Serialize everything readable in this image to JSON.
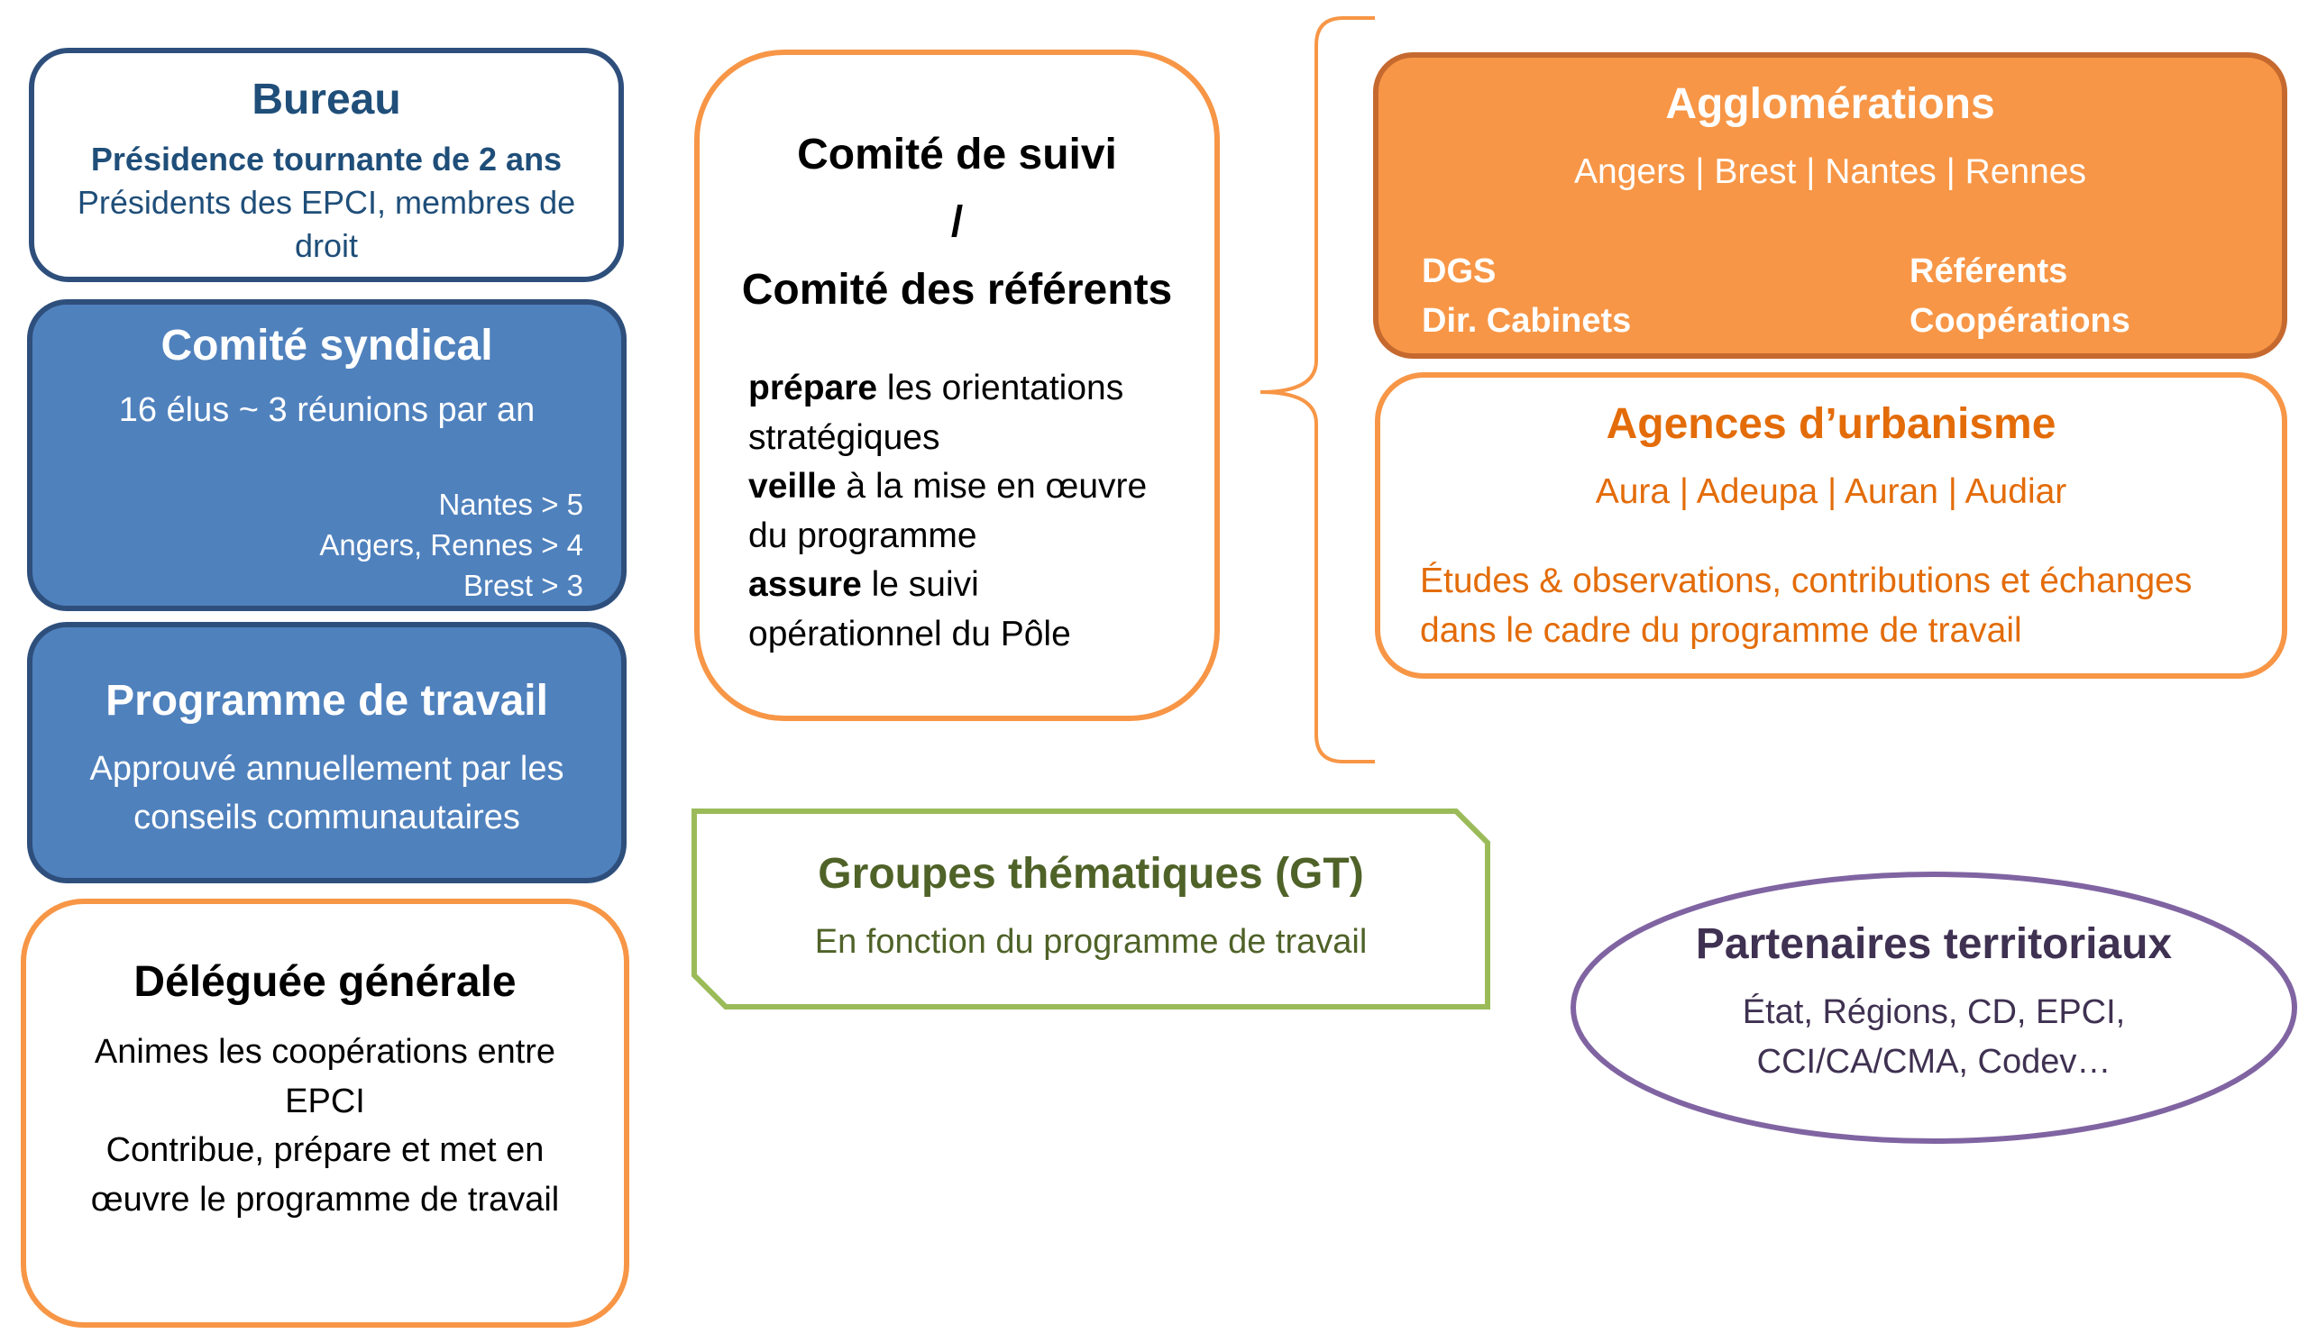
{
  "bureau": {
    "title": "Bureau",
    "line1": "Présidence tournante de 2 ans",
    "line2": "Présidents des EPCI, membres de droit"
  },
  "comite_syndical": {
    "title": "Comité syndical",
    "subtitle": "16 élus ~ 3 réunions par an",
    "seats": [
      "Nantes > 5",
      "Angers, Rennes > 4",
      "Brest > 3"
    ]
  },
  "programme": {
    "title": "Programme de travail",
    "subtitle": "Approuvé annuellement par les conseils communautaires"
  },
  "deleguee": {
    "title": "Déléguée générale",
    "lines": [
      "Animes les coopérations entre EPCI",
      "Contribue, prépare et met en œuvre le programme de travail"
    ]
  },
  "comite_suivi": {
    "title_line1": "Comité de suivi",
    "title_line2": "/",
    "title_line3": "Comité des référents",
    "items": [
      {
        "verb": "prépare",
        "rest": " les orientations stratégiques"
      },
      {
        "verb": "veille",
        "rest": " à la mise en œuvre du programme"
      },
      {
        "verb": "assure",
        "rest": " le suivi opérationnel du Pôle"
      }
    ]
  },
  "groupes": {
    "title": "Groupes thématiques (GT)",
    "subtitle": "En fonction du programme de travail"
  },
  "agglomerations": {
    "title": "Agglomérations",
    "cities": "Angers | Brest | Nantes | Rennes",
    "left_line1": "DGS",
    "left_line2": "Dir. Cabinets",
    "right_line1": "Référents",
    "right_line2": "Coopérations"
  },
  "agences": {
    "title": "Agences d’urbanisme",
    "list": "Aura | Adeupa | Auran | Audiar",
    "desc_line1": "Études & observations, contributions et échanges",
    "desc_line2": "dans le cadre du programme de travail"
  },
  "partenaires": {
    "title": "Partenaires territoriaux",
    "line1": "État, Régions, CD, EPCI,",
    "line2": "CCI/CA/CMA, Codev…"
  },
  "colors": {
    "navy": "#2e4f7c",
    "blue_fill": "#4f81bd",
    "orange": "#f79646",
    "dark_orange": "#c5692f",
    "green": "#9bbb59",
    "green_text": "#4f6228",
    "purple": "#8064a2",
    "purple_text": "#3f3151"
  }
}
